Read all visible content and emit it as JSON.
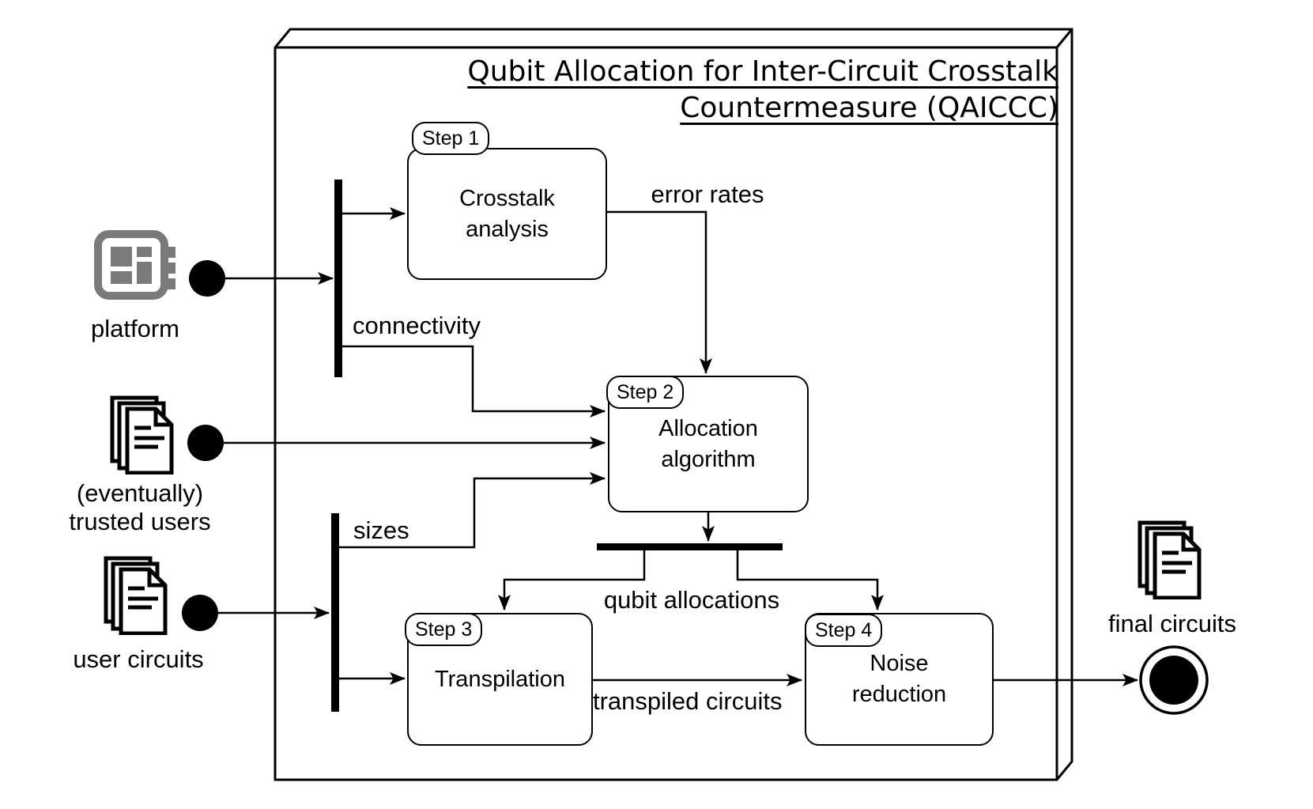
{
  "title": {
    "line1": "Qubit Allocation for Inter-Circuit Crosstalk",
    "line2": "Countermeasure (QAICCC)"
  },
  "steps": {
    "step1": {
      "badge": "Step 1",
      "text_line1": "Crosstalk",
      "text_line2": "analysis"
    },
    "step2": {
      "badge": "Step 2",
      "text_line1": "Allocation",
      "text_line2": "algorithm"
    },
    "step3": {
      "badge": "Step 3",
      "text_line1": "Transpilation"
    },
    "step4": {
      "badge": "Step 4",
      "text_line1": "Noise",
      "text_line2": "reduction"
    }
  },
  "edge_labels": {
    "error_rates": "error rates",
    "connectivity": "connectivity",
    "sizes": "sizes",
    "qubit_allocations": "qubit allocations",
    "transpiled_circuits": "transpiled circuits"
  },
  "inputs": {
    "platform_label": "platform",
    "trusted_users_line1": "(eventually)",
    "trusted_users_line2": "trusted users",
    "user_circuits_label": "user circuits"
  },
  "outputs": {
    "final_circuits_label": "final circuits"
  },
  "icons": {
    "platform": "chip-icon",
    "trusted_users": "documents-stack-icon",
    "user_circuits": "documents-stack-icon",
    "final_circuits": "documents-stack-icon"
  },
  "colors": {
    "ink": "#000000",
    "chip_gray": "#7a7a7a",
    "background": "#ffffff"
  }
}
